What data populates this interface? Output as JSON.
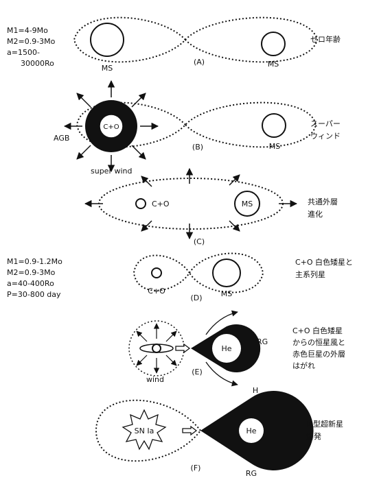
{
  "params_top": {
    "m1": "M1=4-9Mo",
    "m2": "M2=0.9-3Mo",
    "a": "a=1500-",
    "a2": "30000Ro"
  },
  "params_mid": {
    "m1": "M1=0.9-1.2Mo",
    "m2": "M2=0.9-3Mo",
    "a": "a=40-400Ro",
    "p": "P=30-800 day"
  },
  "panels": {
    "A": {
      "label": "(A)",
      "left_star": "MS",
      "right_star": "MS",
      "caption": "ゼロ年齢"
    },
    "B": {
      "label": "(B)",
      "core": "C+O",
      "agb": "AGB",
      "wind": "super wind",
      "right_star": "MS",
      "caption_1": "スーパー",
      "caption_2": "ウィンド"
    },
    "C": {
      "label": "(C)",
      "core": "C+O",
      "right_star": "MS",
      "caption_1": "共通外層",
      "caption_2": "進化"
    },
    "D": {
      "label": "(D)",
      "left_star": "C+O",
      "right_star": "MS",
      "caption_1": "C+O 白色矮星と",
      "caption_2": "主系列星"
    },
    "E": {
      "label": "(E)",
      "giant_core": "He",
      "giant": "RG",
      "wind": "wind",
      "caption_1": "C+O 白色矮星",
      "caption_2": "からの恒星風と",
      "caption_3": "赤色巨星の外層",
      "caption_4": "はがれ"
    },
    "F": {
      "label": "(F)",
      "sn": "SN Ia",
      "giant_core": "He",
      "h_label": "H",
      "giant": "RG",
      "caption_1": "Ia型超新星",
      "caption_2": "爆発"
    }
  }
}
